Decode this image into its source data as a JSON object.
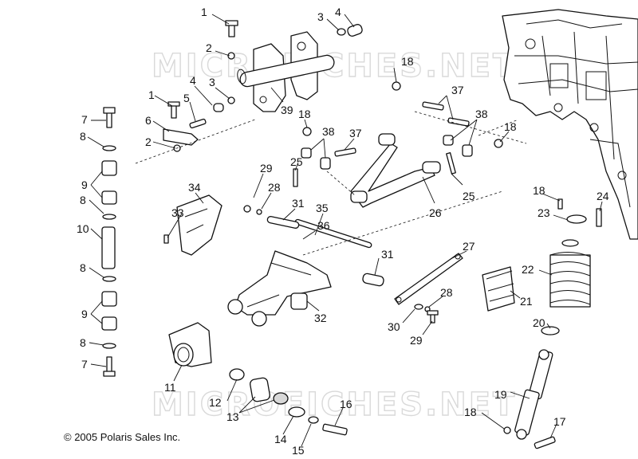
{
  "watermark": "MICROFICHES.NET",
  "copyright": "© 2005 Polaris Sales Inc.",
  "callouts": {
    "c1a": "1",
    "c1b": "1",
    "c2a": "2",
    "c2b": "2",
    "c3a": "3",
    "c3b": "3",
    "c4a": "4",
    "c4b": "4",
    "c5": "5",
    "c6": "6",
    "c7a": "7",
    "c7b": "7",
    "c8a": "8",
    "c8b": "8",
    "c8c": "8",
    "c8d": "8",
    "c9a": "9",
    "c9b": "9",
    "c10": "10",
    "c11": "11",
    "c12": "12",
    "c13": "13",
    "c14": "14",
    "c15": "15",
    "c16": "16",
    "c17": "17",
    "c18a": "18",
    "c18b": "18",
    "c18c": "18",
    "c18d": "18",
    "c18e": "18",
    "c19": "19",
    "c20": "20",
    "c21": "21",
    "c22": "22",
    "c23": "23",
    "c24": "24",
    "c25a": "25",
    "c25b": "25",
    "c26": "26",
    "c27": "27",
    "c28a": "28",
    "c28b": "28",
    "c29a": "29",
    "c29b": "29",
    "c30": "30",
    "c31a": "31",
    "c31b": "31",
    "c32": "32",
    "c33": "33",
    "c34": "34",
    "c35": "35",
    "c36": "36",
    "c37a": "37",
    "c37b": "37",
    "c38a": "38",
    "c38b": "38",
    "c39": "39"
  }
}
